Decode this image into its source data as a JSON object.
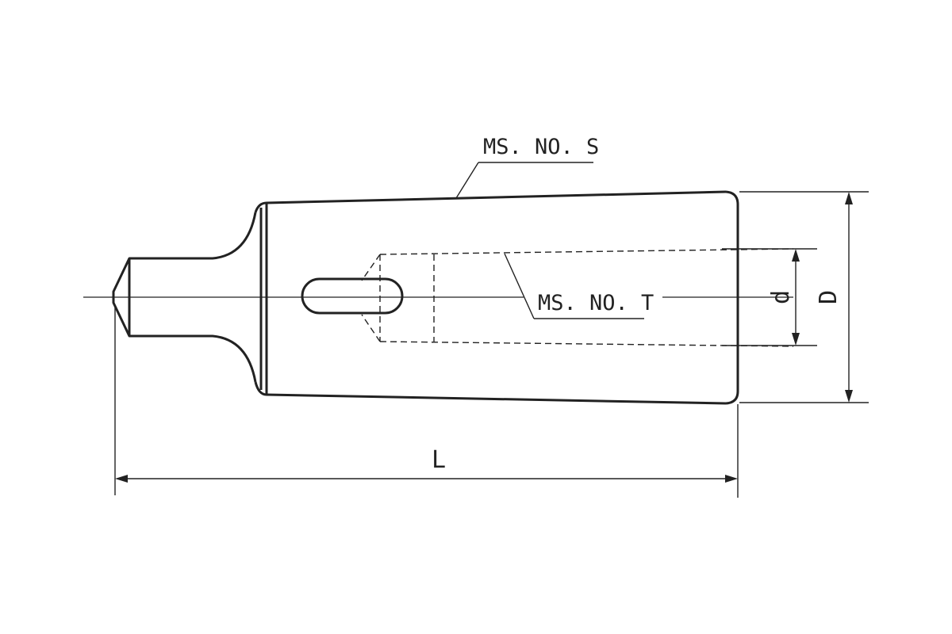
{
  "drawing": {
    "outer_taper_label": "MS. NO. S",
    "inner_taper_label": "MS. NO. T",
    "inner_diameter_label": "d",
    "outer_diameter_label": "D",
    "overall_length_label": "L",
    "line_color": "#222222",
    "background_color": "#ffffff"
  }
}
